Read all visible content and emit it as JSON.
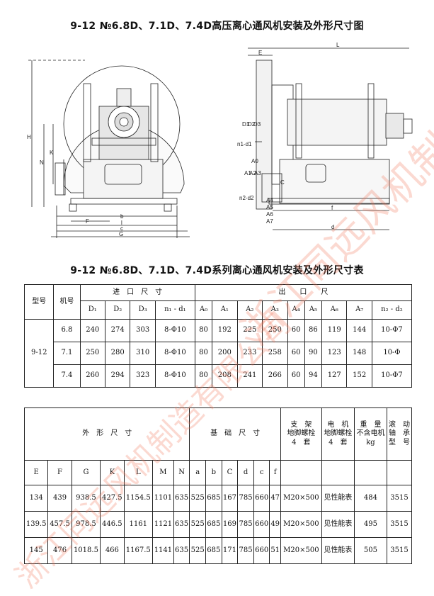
{
  "title1": "9-12 №6.8D、7.1D、7.4D高压离心通风机安装及外形尺寸图",
  "title2": "9-12 №6.8D、7.1D、7.4D系列离心通风机安装及外形尺寸表",
  "watermark": "浙江同远风机制造有限公司",
  "drawing_labels": {
    "front": [
      "H",
      "N",
      "K",
      "F",
      "b",
      "l",
      "c",
      "G"
    ],
    "side": [
      "E",
      "L",
      "D1",
      "D2",
      "D3",
      "n1-d1",
      "A0",
      "A1",
      "A2",
      "A3",
      "n2-d2",
      "C",
      "A4",
      "A5",
      "A6",
      "A7",
      "f",
      "d"
    ]
  },
  "table1": {
    "model_header": "型号",
    "size_header": "机号",
    "inlet_header": "进　口　尺　寸",
    "outlet_header": "出　　口　　尺",
    "inlet_cols": [
      "D₁",
      "D₂",
      "D₃",
      "n₁ - d₁"
    ],
    "outlet_cols": [
      "A₀",
      "A₁",
      "A₂",
      "A₃",
      "A₄",
      "A₅",
      "A₆",
      "A₇",
      "n₂ - d₂"
    ],
    "model": "9-12",
    "rows": [
      [
        "6.8",
        "240",
        "274",
        "303",
        "8-Φ10",
        "80",
        "192",
        "225",
        "250",
        "60",
        "86",
        "119",
        "144",
        "10-Φ7"
      ],
      [
        "7.1",
        "250",
        "280",
        "310",
        "8-Φ10",
        "80",
        "200",
        "233",
        "258",
        "60",
        "90",
        "123",
        "148",
        "10-Φ"
      ],
      [
        "7.4",
        "260",
        "294",
        "323",
        "8-Φ10",
        "80",
        "208",
        "241",
        "266",
        "60",
        "94",
        "127",
        "152",
        "10-Φ7"
      ]
    ]
  },
  "table2": {
    "outline_header": "外　形　尺　寸",
    "base_header": "基　础　尺　寸",
    "bracket_header": [
      "支　架",
      "地脚螺栓",
      "4　套"
    ],
    "motor_header": [
      "电　机",
      "地脚螺栓",
      "4　套"
    ],
    "weight_header": [
      "重　量",
      "不含电机",
      "kg"
    ],
    "bearing_header": [
      "滚　动",
      "轴　承",
      "型　号"
    ],
    "sub_cols": [
      "E",
      "F",
      "G",
      "K",
      "L",
      "M",
      "N",
      "a",
      "b",
      "C",
      "d",
      "c",
      "f"
    ],
    "rows": [
      [
        "134",
        "439",
        "938.5",
        "427.5",
        "1154.5",
        "1101",
        "635",
        "525",
        "685",
        "167",
        "785",
        "660",
        "47",
        "M20×500",
        "见性能表",
        "484",
        "3515"
      ],
      [
        "139.5",
        "457.5",
        "978.5",
        "446.5",
        "1161",
        "1121",
        "635",
        "525",
        "685",
        "169",
        "785",
        "660",
        "49",
        "M20×500",
        "见性能表",
        "495",
        "3515"
      ],
      [
        "145",
        "476",
        "1018.5",
        "466",
        "1167.5",
        "1141",
        "635",
        "525",
        "685",
        "171",
        "785",
        "660",
        "51",
        "M20×500",
        "见性能表",
        "505",
        "3515"
      ]
    ]
  }
}
